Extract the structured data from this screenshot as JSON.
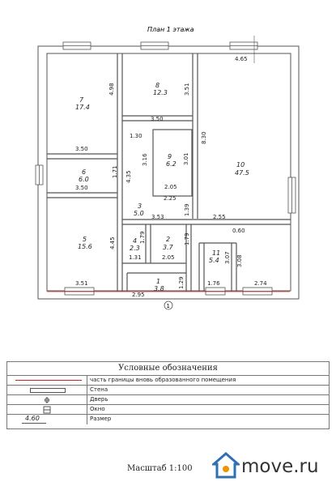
{
  "plan": {
    "title": "План 1 этажа",
    "axis_mark": "1",
    "rooms": [
      {
        "num": "7",
        "area": "17.4"
      },
      {
        "num": "8",
        "area": "12.3"
      },
      {
        "num": "9",
        "area": "6.2"
      },
      {
        "num": "10",
        "area": "47.5"
      },
      {
        "num": "6",
        "area": "6.0"
      },
      {
        "num": "3",
        "area": "5.0"
      },
      {
        "num": "5",
        "area": "15.6"
      },
      {
        "num": "4",
        "area": "2.3"
      },
      {
        "num": "2",
        "area": "3.7"
      },
      {
        "num": "11",
        "area": "5.4"
      },
      {
        "num": "1",
        "area": "3.8"
      }
    ],
    "dimensions": [
      "4.65",
      "4.98",
      "3.51",
      "3.50",
      "1.30",
      "3.16",
      "3.01",
      "2.05",
      "8.30",
      "3.50",
      "1.71",
      "4.35",
      "3.50",
      "2.25",
      "1.39",
      "3.53",
      "2.55",
      "0.60",
      "1.79",
      "1.79",
      "4.45",
      "1.31",
      "2.05",
      "3.07",
      "3.08",
      "3.51",
      "2.95",
      "1.29",
      "1.76",
      "2.74"
    ]
  },
  "legend": {
    "title": "Условные обозначения",
    "items": [
      {
        "symbol": "red-line",
        "label": "часть границы вновь образованного помещения"
      },
      {
        "symbol": "wall",
        "label": "Стена"
      },
      {
        "symbol": "door",
        "label": "Дверь"
      },
      {
        "symbol": "window",
        "label": "Окно"
      },
      {
        "symbol": "size",
        "symbol_text": "4.60",
        "label": "Размер"
      }
    ]
  },
  "scale": "Масштаб 1:100",
  "brand": {
    "name": "move.ru",
    "accent": "#f39200",
    "house_color": "#2f6fb5"
  },
  "colors": {
    "wall": "#555555",
    "boundary": "#cc2222"
  }
}
